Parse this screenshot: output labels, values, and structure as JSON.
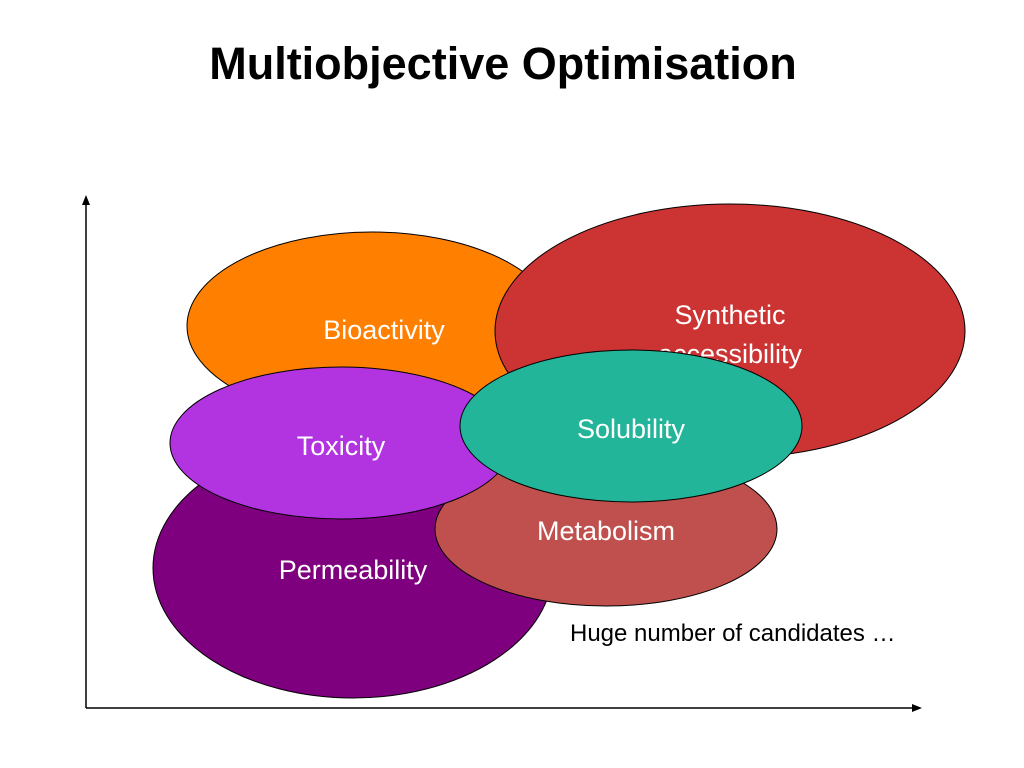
{
  "title": "Multiobjective Optimisation",
  "caption": "Huge number of candidates …",
  "objectives": [
    {
      "key": "permeability",
      "label": "Permeability",
      "color": "#7f007f"
    },
    {
      "key": "bioactivity",
      "label": "Bioactivity",
      "color": "#ff7f00"
    },
    {
      "key": "synthetic",
      "label_lines": [
        "Synthetic",
        "accessibility"
      ],
      "color": "#cc3333"
    },
    {
      "key": "metabolism",
      "label": "Metabolism",
      "color": "#c0504d"
    },
    {
      "key": "toxicity",
      "label": "Toxicity",
      "color": "#b233e0"
    },
    {
      "key": "solubility",
      "label": "Solubility",
      "color": "#22b59a"
    }
  ],
  "colors": {
    "axis": "#000000",
    "outline": "#000000",
    "label_text": "#ffffff"
  }
}
